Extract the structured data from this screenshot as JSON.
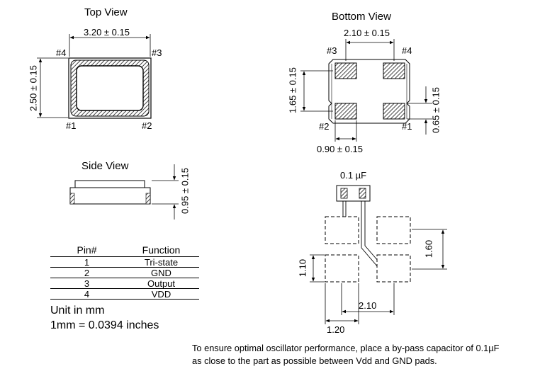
{
  "top_view": {
    "title": "Top View",
    "width_dim": "3.20 ± 0.15",
    "height_dim": "2.50 ± 0.15",
    "pins": [
      "#1",
      "#2",
      "#3",
      "#4"
    ]
  },
  "bottom_view": {
    "title": "Bottom View",
    "pad_pitch_x": "2.10 ± 0.15",
    "pad_pitch_y": "1.65 ± 0.15",
    "pad_width": "0.90 ± 0.15",
    "pad_height": "0.65 ± 0.15",
    "pins": [
      "#1",
      "#2",
      "#3",
      "#4"
    ]
  },
  "side_view": {
    "title": "Side View",
    "height_dim": "0.95 ± 0.15"
  },
  "pin_table": {
    "headers": [
      "Pin#",
      "Function"
    ],
    "rows": [
      {
        "pin": "1",
        "function": "Tri-state"
      },
      {
        "pin": "2",
        "function": "GND"
      },
      {
        "pin": "3",
        "function": "Output"
      },
      {
        "pin": "4",
        "function": "VDD"
      }
    ]
  },
  "units": {
    "line1": "Unit in mm",
    "line2": "1mm = 0.0394 inches"
  },
  "land_pattern": {
    "capacitor": "0.1 µF",
    "dim_pitch_y": "1.60",
    "dim_pad_h": "1.10",
    "dim_pitch_x": "2.10",
    "dim_pad_w": "1.20"
  },
  "note": {
    "line1": "To ensure optimal oscillator performance, place a by-pass capacitor of 0.1µF",
    "line2": "as close to the part as possible between Vdd and GND pads."
  }
}
